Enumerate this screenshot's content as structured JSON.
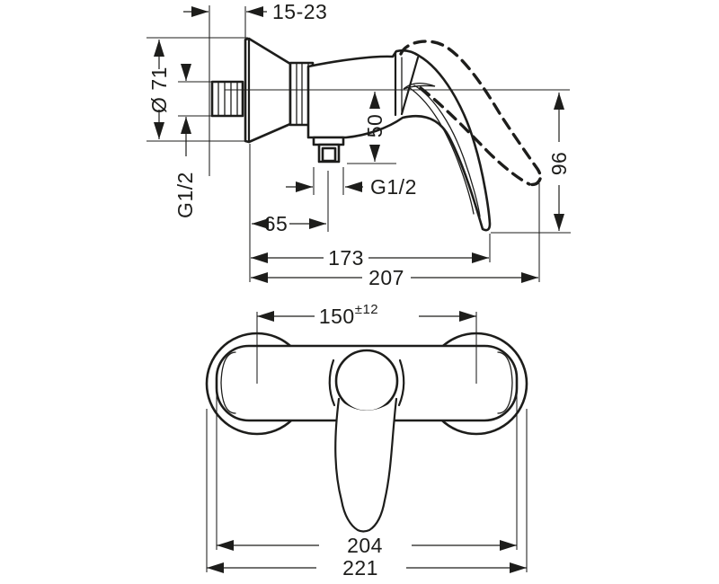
{
  "page": {
    "background": "#ffffff"
  },
  "drawing": {
    "type": "technical-dimension-drawing",
    "subject": "wall-mounted single lever shower mixer",
    "line_color": "#1d1d1b",
    "side_view": {
      "labels": {
        "wall_distance": "15-23",
        "escutcheon_diameter": "Ø 71",
        "inlet_thread": "G1/2",
        "outlet_height": "50",
        "outlet_thread": "G1/2",
        "outlet_center_depth": "65",
        "handle_tip_depth": "173",
        "max_depth": "207",
        "handle_swing_height": "96"
      }
    },
    "front_view": {
      "labels": {
        "connection_distance": "150",
        "connection_tolerance": "±12",
        "body_width": "204",
        "overall_width": "221"
      }
    }
  }
}
